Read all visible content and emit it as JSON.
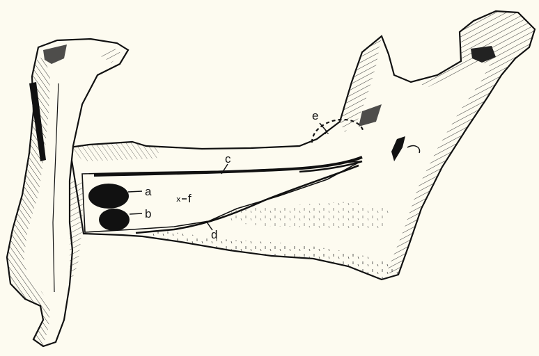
{
  "figure": {
    "background": "#fdfbf0",
    "ink": "#111111",
    "subject": "mandible-lateral-view-drawing",
    "labels": {
      "a": "a",
      "b": "b",
      "c": "c",
      "d": "d",
      "e": "e",
      "f": "f"
    }
  }
}
